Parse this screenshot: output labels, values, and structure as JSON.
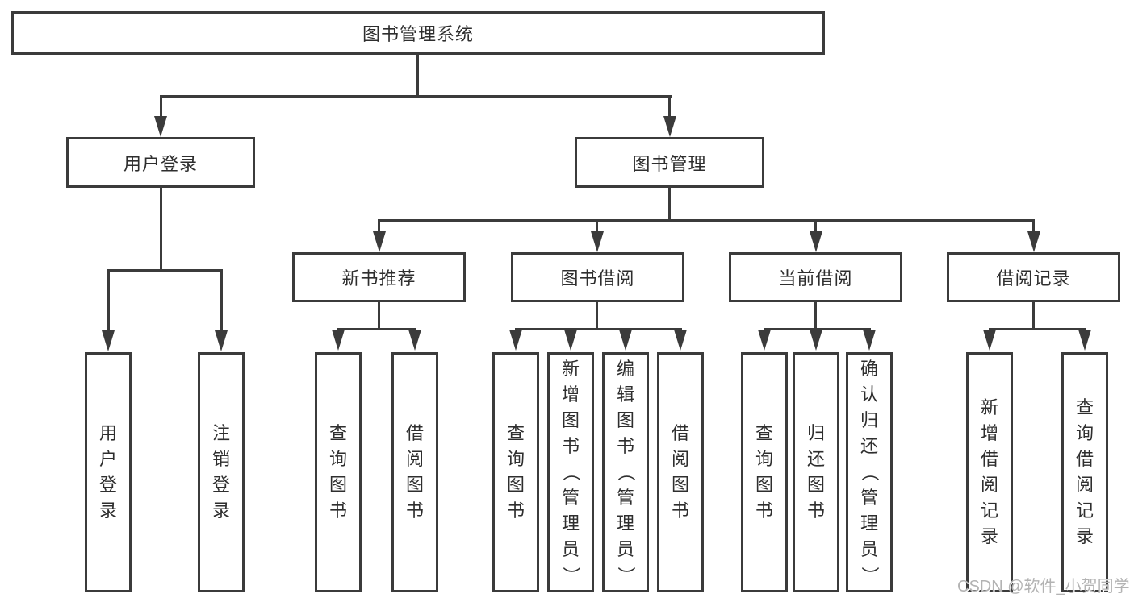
{
  "diagram": {
    "title": "图书管理系统",
    "nodes": {
      "root": "图书管理系统",
      "user_login": "用户登录",
      "book_mgmt": "图书管理",
      "new_books": "新书推荐",
      "book_borrow": "图书借阅",
      "current_borrow": "当前借阅",
      "borrow_records": "借阅记录",
      "leaves": {
        "a1": "用户登录",
        "a2": "注销登录",
        "b1": "查询图书",
        "b2": "借阅图书",
        "c1": "查询图书",
        "c2": "新增图书（管理员）",
        "c3": "编辑图书（管理员）",
        "c4": "借阅图书",
        "d1": "查询图书",
        "d2": "归还图书",
        "d3": "确认归还（管理员）",
        "e1": "新增借阅记录",
        "e2": "查询借阅记录"
      }
    },
    "colors": {
      "line": "#3b3b3b",
      "text": "#2e2e2e",
      "background": "#ffffff",
      "watermark_text": "#b3b3b3"
    }
  },
  "watermark": "CSDN @软件_小贺同学"
}
